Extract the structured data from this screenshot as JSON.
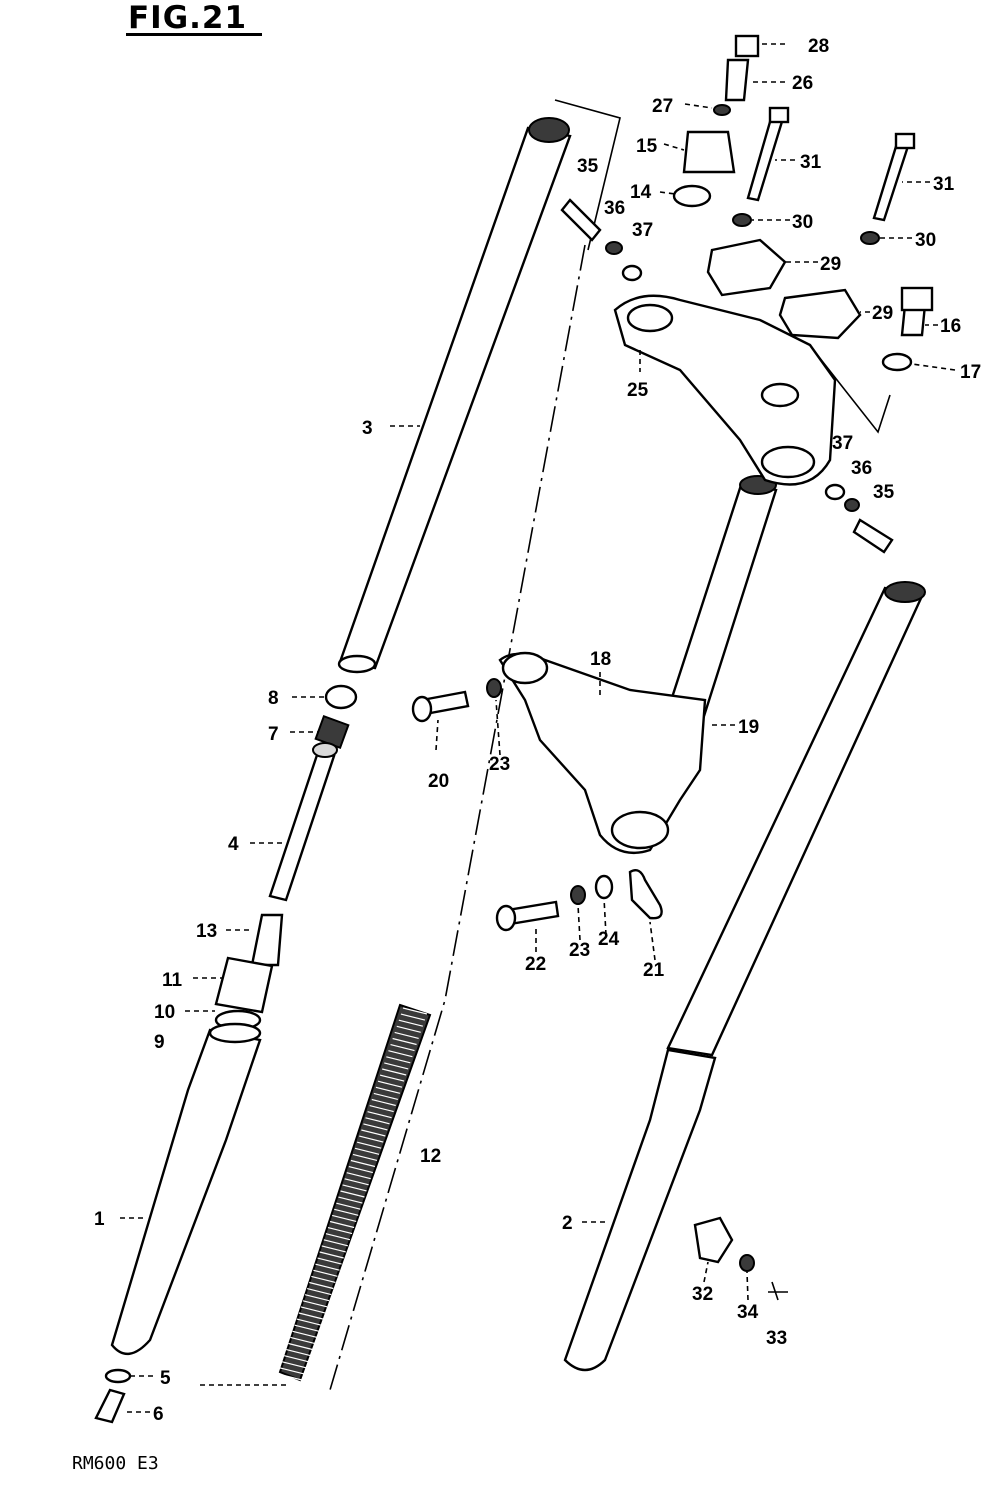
{
  "figure": {
    "title": "FIG.21",
    "model": "RM600 E3"
  },
  "labels": {
    "l1": "1",
    "l2": "2",
    "l3": "3",
    "l4": "4",
    "l5": "5",
    "l6": "6",
    "l7": "7",
    "l8": "8",
    "l9": "9",
    "l10": "10",
    "l11": "11",
    "l12": "12",
    "l13": "13",
    "l14": "14",
    "l15": "15",
    "l16": "16",
    "l17": "17",
    "l18": "18",
    "l19": "19",
    "l20": "20",
    "l21": "21",
    "l22": "22",
    "l23a": "23",
    "l23b": "23",
    "l24": "24",
    "l25": "25",
    "l26": "26",
    "l27": "27",
    "l28": "28",
    "l29a": "29",
    "l29b": "29",
    "l30a": "30",
    "l30b": "30",
    "l31a": "31",
    "l31b": "31",
    "l32": "32",
    "l33": "33",
    "l34": "34",
    "l35a": "35",
    "l35b": "35",
    "l36a": "36",
    "l36b": "36",
    "l37a": "37",
    "l37b": "37"
  }
}
